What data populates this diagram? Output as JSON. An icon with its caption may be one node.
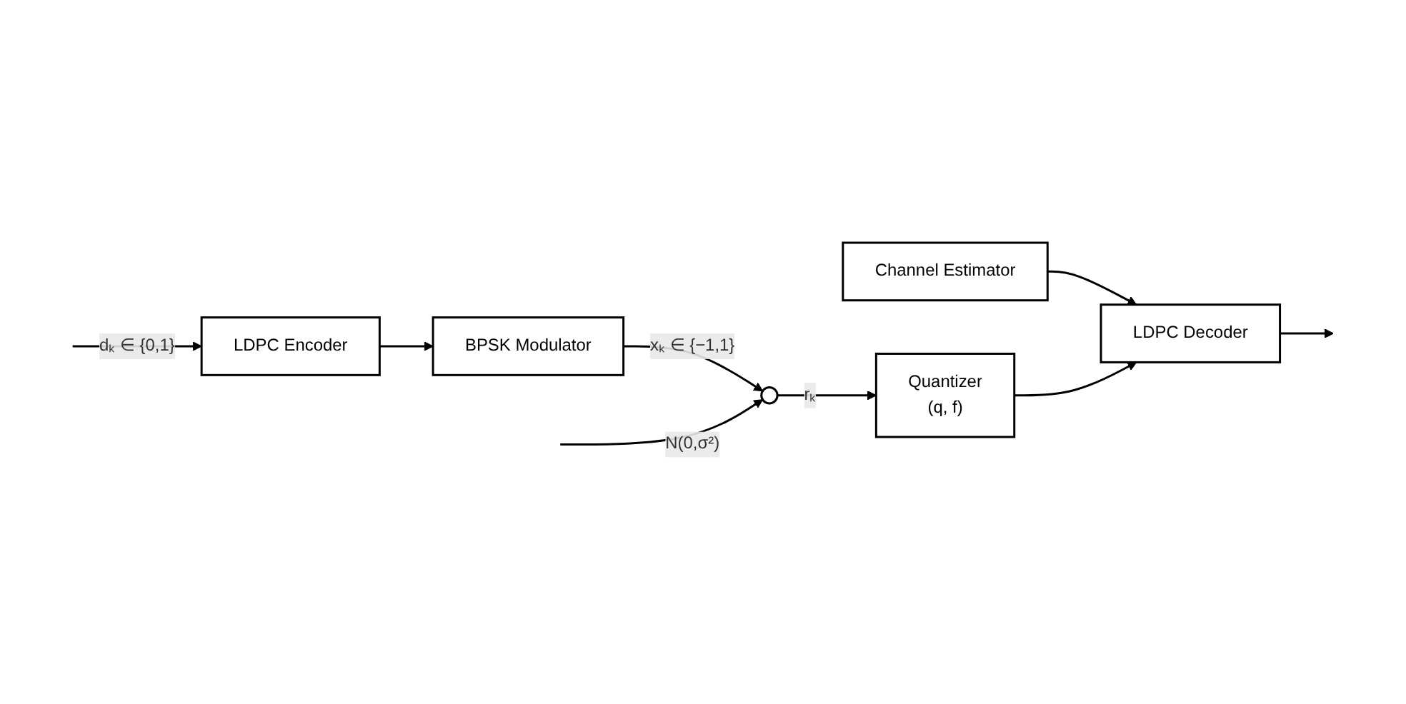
{
  "diagram": {
    "nodes": [
      {
        "text": [
          "LDPC Encoder"
        ]
      },
      {
        "text": [
          "BPSK Modulator"
        ]
      },
      {
        "text": [],
        "shape": "circle"
      },
      {
        "text": [
          "Channel Estimator"
        ]
      },
      {
        "text": [
          "LDPC Decoder"
        ]
      },
      {
        "text": [
          "Quantizer",
          "(q, f)"
        ]
      }
    ],
    "edges": [
      {
        "from": null,
        "to": 0,
        "arrow": "to",
        "label": "dₖ ∈ {0,1}"
      },
      {
        "from": 0,
        "to": 1,
        "arrow": "to"
      },
      {
        "from": 1,
        "to": 2,
        "arrow": "to",
        "label": "xₖ ∈ {−1,1}"
      },
      {
        "from": null,
        "to": 2,
        "arrow": "to",
        "label": "N(0,σ²)"
      },
      {
        "from": 2,
        "to": 5,
        "arrow": "to",
        "label": "rₖ"
      },
      {
        "from": 3,
        "to": 4,
        "arrow": "to"
      },
      {
        "from": 5,
        "to": 4,
        "arrow": "to"
      },
      {
        "from": 4,
        "to": null,
        "arrow": "to"
      }
    ]
  }
}
